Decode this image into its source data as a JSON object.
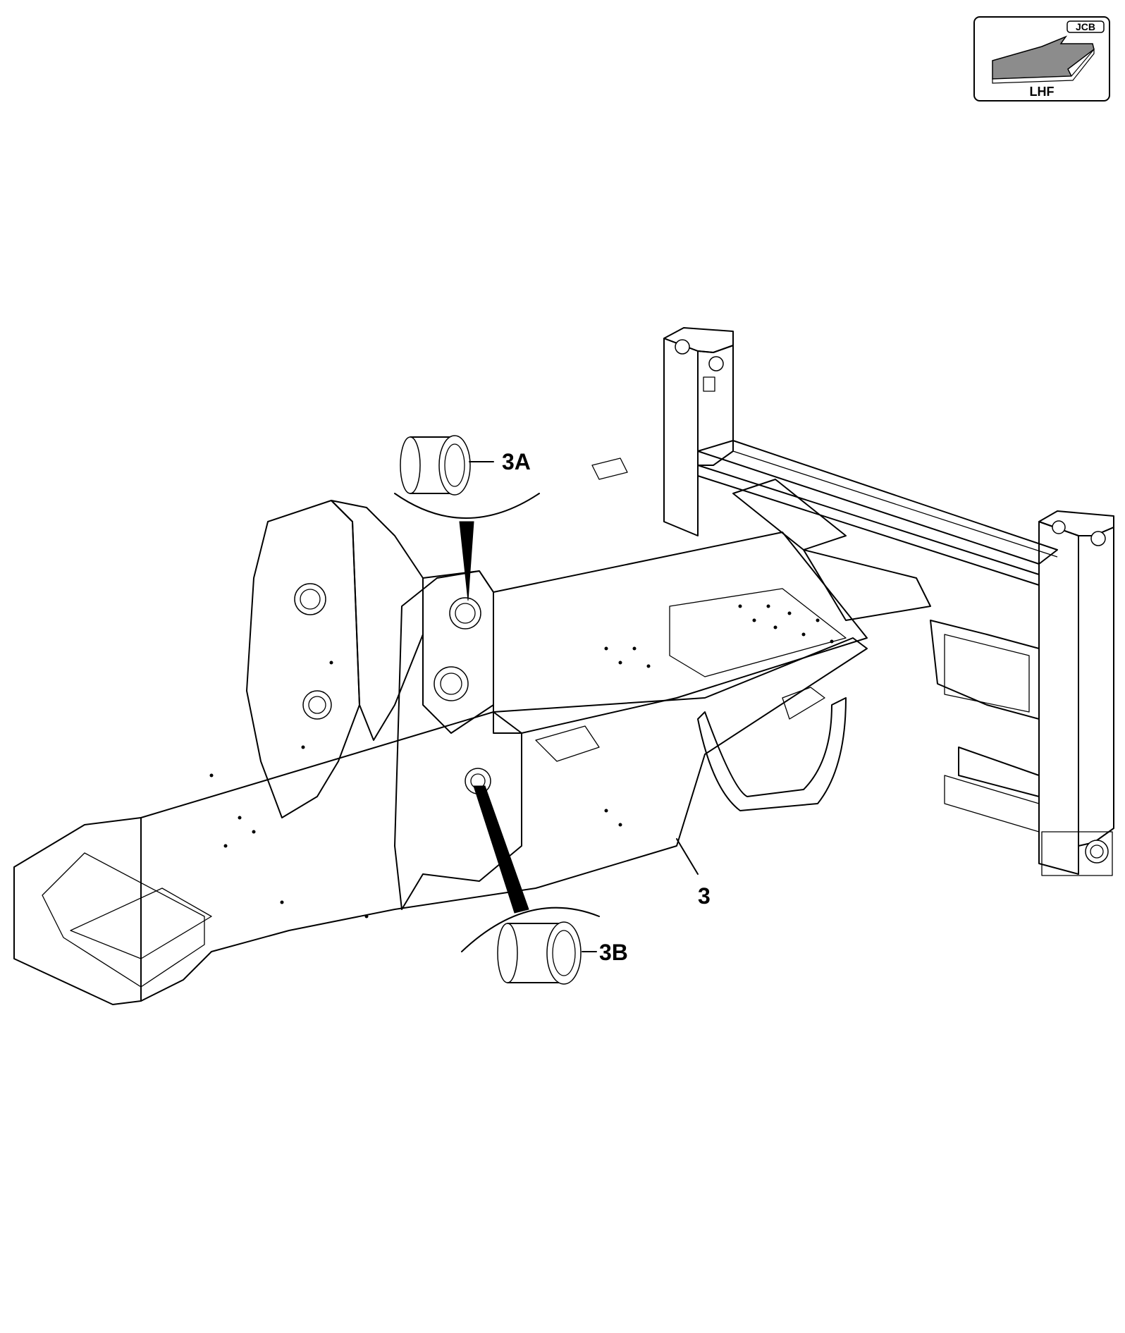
{
  "badge": {
    "brand": "JCB",
    "direction": "LHF",
    "colors": {
      "arrow_fill": "#8c8c8c",
      "frame": "#000000"
    },
    "icon": "direction-arrow-icon"
  },
  "callouts": {
    "part_main": "3",
    "part_upper_bush": "3A",
    "part_lower_bush": "3B"
  }
}
